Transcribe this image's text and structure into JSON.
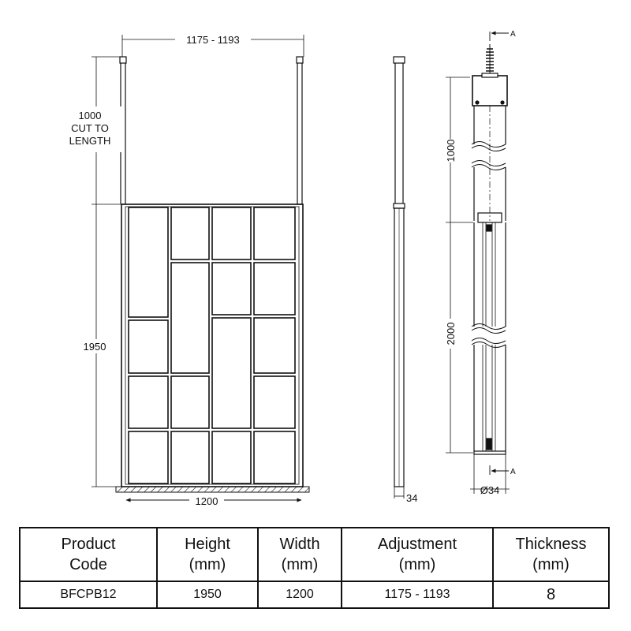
{
  "drawing": {
    "width_range": "1175 - 1193",
    "arm_height": "1000",
    "arm_note_line1": "CUT TO",
    "arm_note_line2": "LENGTH",
    "panel_height": "1950",
    "panel_width": "1200",
    "profile_depth": "34",
    "section_arm_length": "1000",
    "section_panel_height": "2000",
    "section_diameter": "Ø34",
    "section_marker": "A",
    "line_color": "#111111"
  },
  "table": {
    "headers": [
      {
        "line1": "Product",
        "line2": "Code"
      },
      {
        "line1": "Height",
        "line2": "(mm)"
      },
      {
        "line1": "Width",
        "line2": "(mm)"
      },
      {
        "line1": "Adjustment",
        "line2": "(mm)"
      },
      {
        "line1": "Thickness",
        "line2": "(mm)"
      }
    ],
    "row": [
      "BFCPB12",
      "1950",
      "1200",
      "1175 - 1193",
      "8"
    ]
  }
}
